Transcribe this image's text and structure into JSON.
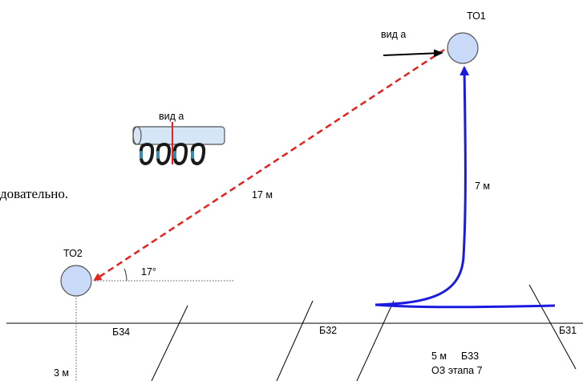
{
  "labels": {
    "to1": "ТО1",
    "to2": "ТО2",
    "view_a_top": "вид а",
    "view_a_inset": "вид а",
    "dist_17": "17 м",
    "dist_7": "7 м",
    "angle": "17°",
    "dist_3": "3 м",
    "dist_5": "5 м",
    "b31": "Б31",
    "b32": "Б32",
    "b33": "Б33",
    "b34": "Б34",
    "oz": "ОЗ этапа 7",
    "cut_text": "довательно."
  },
  "colors": {
    "node_fill": "#c9daf8",
    "node_stroke": "#555555",
    "red": "#e8211d",
    "blue": "#1b1be0",
    "black": "#000000",
    "rope_fill": "#d5e6f6",
    "carabiner": "#1a1a1a",
    "carabiner_gate": "#3a8ab0"
  }
}
